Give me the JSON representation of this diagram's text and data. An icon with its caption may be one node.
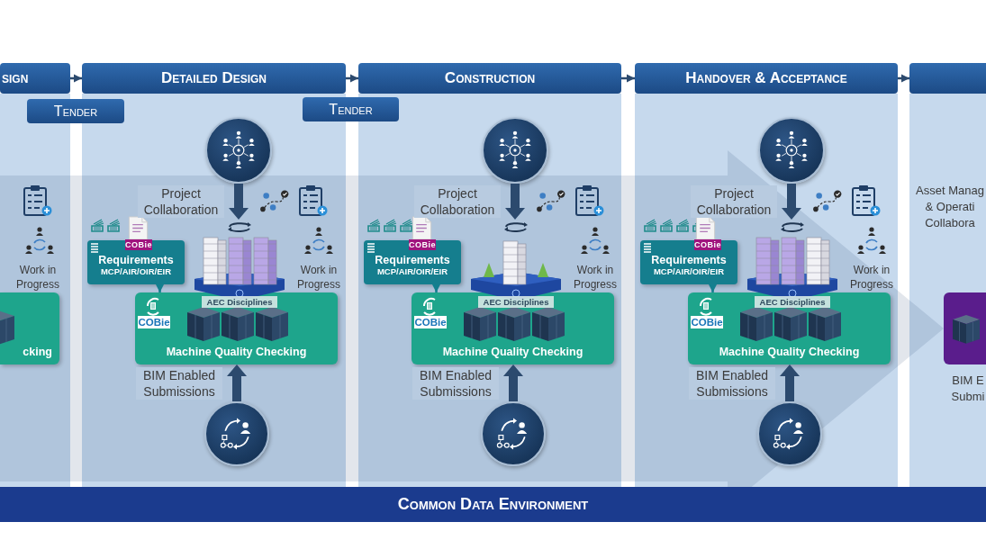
{
  "diagram": {
    "nodes": [
      {
        "text": [
          "sign"
        ]
      },
      {
        "text": [
          "Detailed Design"
        ]
      },
      {
        "text": [
          "Construction"
        ]
      },
      {
        "text": [
          "Handover & Acceptance"
        ]
      },
      {
        "text": [],
        "shape": "bar"
      },
      {
        "text": [
          "Tender"
        ]
      },
      {
        "text": [
          "Tender"
        ]
      },
      {
        "text": [
          "cking"
        ]
      },
      {
        "text": [],
        "shape": "circle"
      },
      {
        "text": [
          "AEC Disciplines"
        ]
      },
      {
        "text": [
          "Requirements",
          "MCP/AIR/OIR/EIR"
        ]
      },
      {
        "text": [
          "Machine Quality Checking"
        ]
      },
      {
        "text": [],
        "shape": "circle"
      },
      {
        "text": [],
        "shape": "circle"
      },
      {
        "text": [
          "AEC Disciplines"
        ]
      },
      {
        "text": [
          "Requirements",
          "MCP/AIR/OIR/EIR"
        ]
      },
      {
        "text": [
          "Machine Quality Checking"
        ]
      },
      {
        "text": [],
        "shape": "circle"
      },
      {
        "text": [],
        "shape": "circle"
      },
      {
        "text": [
          "AEC Disciplines"
        ]
      },
      {
        "text": [
          "Requirements",
          "MCP/AIR/OIR/EIR"
        ]
      },
      {
        "text": [
          "Machine Quality Checking"
        ]
      },
      {
        "text": [],
        "shape": "circle"
      },
      {
        "text": [],
        "shape": "box"
      },
      {
        "text": [
          "Common Data Environment"
        ]
      }
    ],
    "edges": [
      {
        "from": 0,
        "to": 1,
        "arrow": "to"
      },
      {
        "from": 1,
        "to": 2,
        "arrow": "to"
      },
      {
        "from": 2,
        "to": 3,
        "arrow": "to"
      },
      {
        "from": 3,
        "to": 4,
        "arrow": "to"
      },
      {
        "from": 8,
        "to": 9,
        "arrow": "to",
        "label": "Project Collaboration",
        "style": "thick"
      },
      {
        "from": 10,
        "to": 11,
        "arrow": "to",
        "color": "#137f8f"
      },
      {
        "from": 12,
        "to": 11,
        "arrow": "to",
        "label": "BIM Enabled Submissions",
        "style": "thick"
      },
      {
        "from": 13,
        "to": 14,
        "arrow": "to",
        "label": "Project Collaboration",
        "style": "thick"
      },
      {
        "from": 15,
        "to": 16,
        "arrow": "to",
        "color": "#137f8f"
      },
      {
        "from": 17,
        "to": 16,
        "arrow": "to",
        "label": "BIM Enabled Submissions",
        "style": "thick"
      },
      {
        "from": 18,
        "to": 19,
        "arrow": "to",
        "label": "Project Collaboration",
        "style": "thick"
      },
      {
        "from": 20,
        "to": 21,
        "arrow": "to",
        "color": "#137f8f"
      },
      {
        "from": 22,
        "to": 21,
        "arrow": "to",
        "label": "BIM Enabled Submissions",
        "style": "thick"
      },
      {
        "from": null,
        "to": 23,
        "arrow": "to",
        "style": "thick",
        "color": "#1f3f70"
      }
    ],
    "labels": [
      "Work in Progress",
      "COBie",
      "Work in Progress",
      "COBie",
      "COBie",
      "Work in Progress",
      "COBie",
      "COBie",
      "Work in Progress",
      "COBie",
      "Asset Manag & Operati Collabora",
      "BIM E Submi"
    ]
  }
}
